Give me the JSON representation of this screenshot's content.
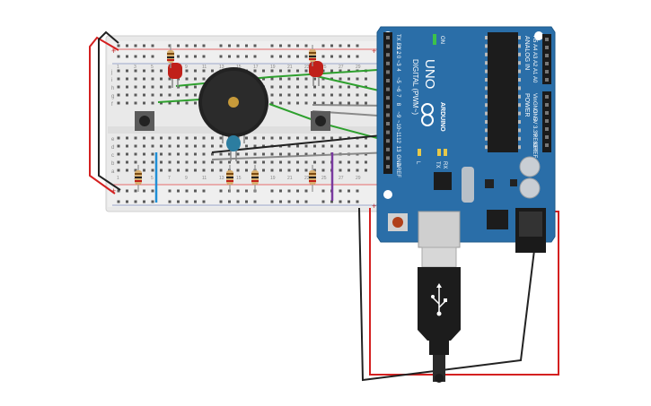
{
  "arduino": {
    "model": "UNO",
    "brand": "ARDUINO",
    "on_label": "ON",
    "digital_label": "DIGITAL (PWM~)",
    "analog_label": "ANALOG IN",
    "power_label": "POWER",
    "tx_label": "TX",
    "rx_label": "RX",
    "l_label": "L",
    "digital_pins": [
      "TX→1",
      "RX←0",
      "2",
      "~3",
      "4",
      "~5",
      "~6",
      "7",
      "8",
      "~9",
      "~10",
      "~11",
      "12",
      "13",
      "GND",
      "AREF"
    ],
    "analog_pins": [
      "A5",
      "A4",
      "A3",
      "A2",
      "A1",
      "A0"
    ],
    "power_pins": [
      "Vin",
      "GND",
      "GND",
      "5V",
      "3.3V",
      "RESET",
      "IOREF"
    ]
  },
  "breadboard": {
    "row_letters_top": [
      "j",
      "i",
      "h",
      "g",
      "f"
    ],
    "row_letters_bottom": [
      "e",
      "d",
      "c",
      "b",
      "a"
    ],
    "column_numbers": [
      "1",
      "3",
      "5",
      "7",
      "9",
      "11",
      "13",
      "15",
      "17",
      "19",
      "21",
      "23",
      "25",
      "27",
      "29"
    ],
    "rail_plus": "+",
    "rail_minus": "-"
  },
  "colors": {
    "board_blue": "#2a6ea8",
    "wire_red": "#d42020",
    "wire_black": "#222222",
    "wire_green": "#2ea02e",
    "wire_gray": "#8a8a8a",
    "wire_blue": "#1f8fd6",
    "wire_purple": "#7a3aa0",
    "led_red": "#c0201a"
  }
}
